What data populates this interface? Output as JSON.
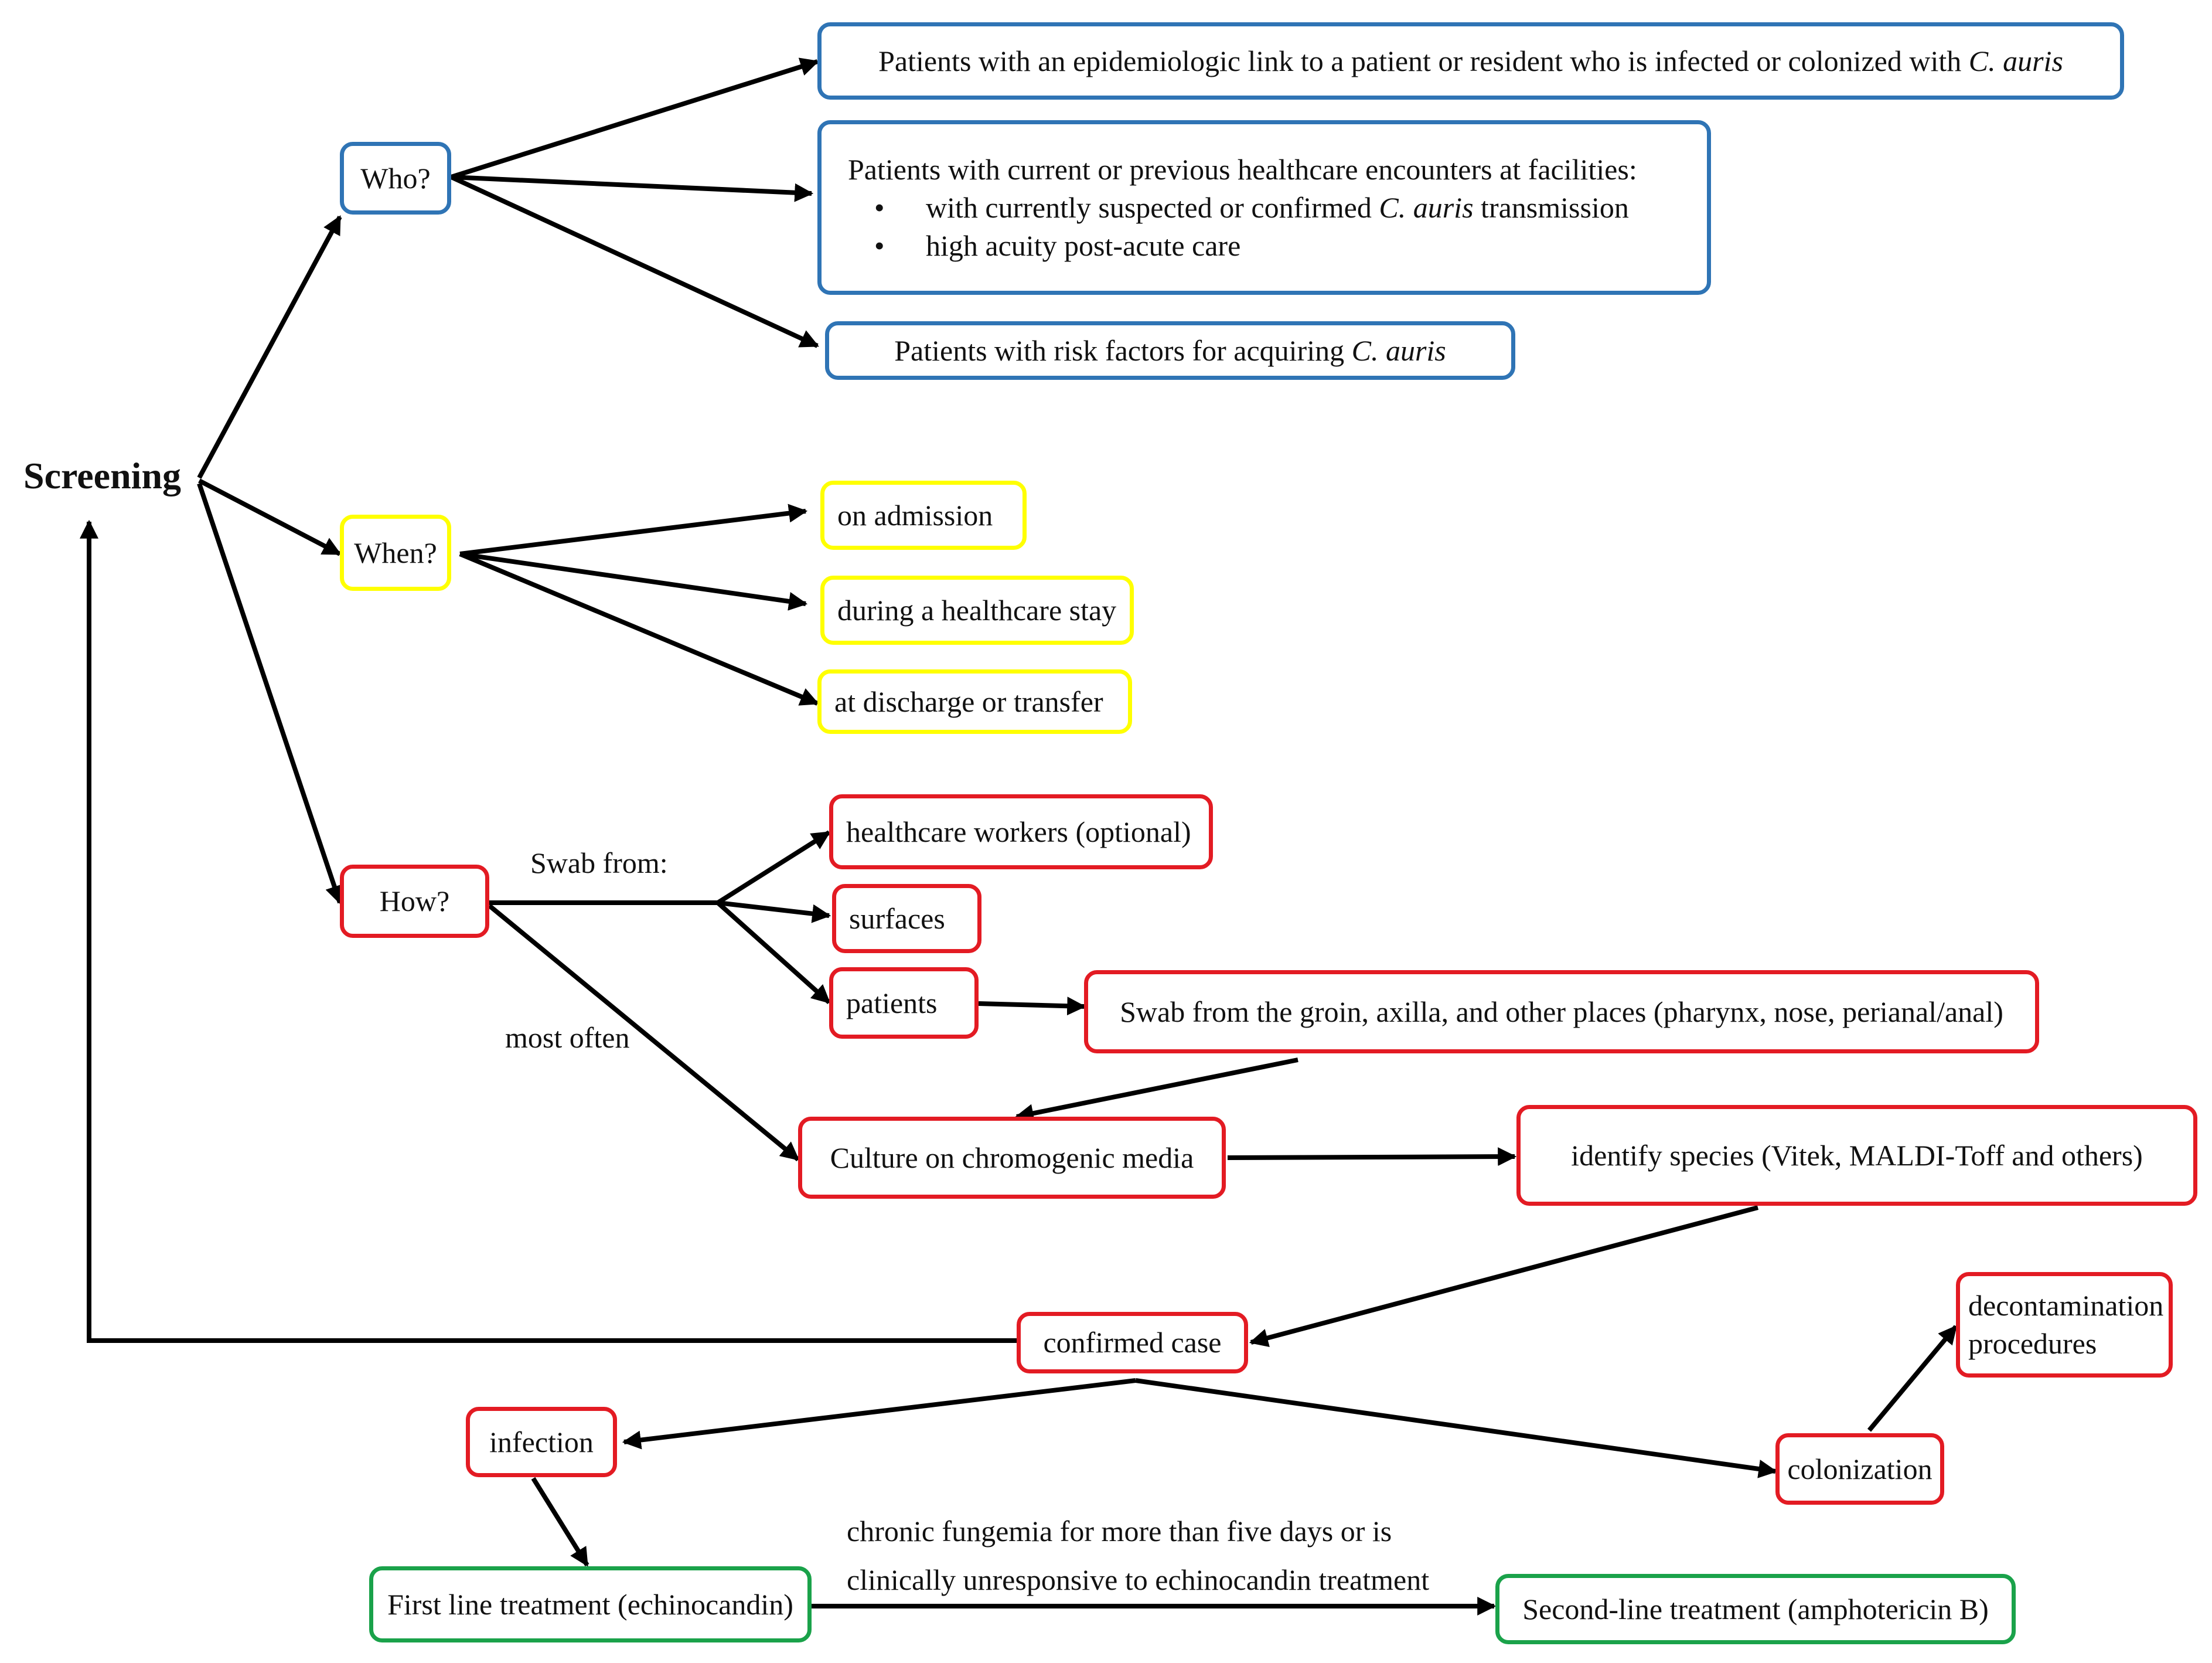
{
  "colors": {
    "who": "#2f74b5",
    "when": "#ffff00",
    "how": "#e31b23",
    "treatment": "#1aa24a",
    "arrow": "#000000"
  },
  "root": "Screening",
  "who": {
    "label": "Who?",
    "box1": {
      "text": "Patients with an epidemiologic link to a patient or resident who is infected or colonized with ",
      "italic": "C. auris"
    },
    "box2": {
      "heading": "Patients with current or previous healthcare encounters at facilities:",
      "bullet_symbol": "•",
      "bullet1_text": "with currently suspected or confirmed ",
      "bullet1_italic": "C. auris",
      "bullet1_tail": " transmission",
      "bullet2_text": "high acuity post-acute care"
    },
    "box3": {
      "text": "Patients with risk factors for acquiring ",
      "italic": "C. auris"
    }
  },
  "when": {
    "label": "When?",
    "items": [
      "on admission",
      "during a healthcare stay",
      "at discharge or transfer"
    ]
  },
  "how": {
    "label": "How?",
    "swab_label": "Swab from:",
    "most_often_label": "most often",
    "targets": [
      "healthcare workers (optional)",
      "surfaces",
      "patients"
    ],
    "patient_swab": "Swab from the groin, axilla, and other places (pharynx, nose, perianal/anal)",
    "culture": "Culture on chromogenic media",
    "identify": "identify species (Vitek, MALDI-Toff and others)",
    "confirmed": "confirmed case",
    "infection": "infection",
    "colonization": "colonization",
    "decontamination_line1": "decontamination",
    "decontamination_line2": "procedures",
    "first_line": "First line treatment (echinocandin)",
    "second_line": "Second-line treatment (amphotericin B)",
    "escalation_line1": "chronic fungemia for more than five days or is",
    "escalation_line2": "clinically unresponsive to echinocandin treatment"
  }
}
